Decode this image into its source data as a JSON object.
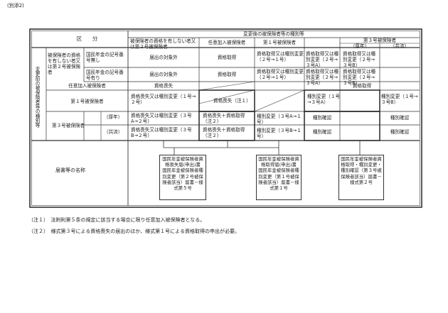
{
  "attachment_label": "(別添2)",
  "header": {
    "kubun": "区　　分",
    "change_title": "変更後の被保険者等の種別等",
    "col_non_insured": "被保険者の資格を有しない者又は第２号被保険者",
    "col_voluntary": "任意加入被保険者",
    "col_type1": "第１号被保険者",
    "col_type3": "第３号被保険者",
    "col_type3_employed": "（厚年）",
    "col_type3_mutual": "（共済）"
  },
  "left": {
    "before_label": "変更前の被保険者等の種別等",
    "row_group_label": "被保険者の資格を有しない者又は第２号被保険者",
    "pension_no": "国民年金の記号番号無し",
    "pension_yes": "国民年金の記号番号有り",
    "voluntary": "任意加入被保険者",
    "type1": "第１号被保険者",
    "type3": "第３号被保険者",
    "type3_employed": "（厚年）",
    "type3_mutual": "（共済）",
    "forms_label": "届書等の名称"
  },
  "cells": {
    "r1_c1": "届出の対象外",
    "r1_c2": "資格取得",
    "r1_c3": "資格取得又は種別変更（２号→１号）",
    "r1_c4": "資格取得又は種別変更（２号→３号A）",
    "r1_c5": "資格取得又は種別変更（２号→３号B）",
    "r2_c1": "届出の対象外",
    "r2_c2": "資格取得",
    "r2_c3": "資格取得又は種別変更（２号→１号）",
    "r2_c4": "資格取得又は種別変更（２号→３号A）",
    "r2_c5": "資格取得又は種別変更（２号→３号B）",
    "r3_c1": "資格喪失",
    "r3_c345": "資格取得",
    "r4_c1": "資格喪失又は種別変更（１号→２号）",
    "r4_c2": "資格喪失（注１）",
    "r4_c4": "種別変更（１号→３号A）",
    "r4_c5": "種別変更（１号→３号B）",
    "r5_c1": "資格喪失又は種別変更（３号A→２号）",
    "r5_c2": "資格喪失＋資格取得（注２）",
    "r5_c3": "種別変更（３号A→１号）",
    "r5_c4": "種別確認",
    "r5_c5": "種別確認",
    "r6_c1": "資格喪失又は種別変更（３号B→２号）",
    "r6_c2": "資格喪失＋資格取得（注２）",
    "r6_c3": "種別変更（３号B→１号）",
    "r6_c4": "種別確認",
    "r6_c5": "種別確認"
  },
  "forms": {
    "form1": "国民年金被保険者資格喪失届(申出)書　国民年金被保険者種別変更（第２号被保険者該当）届書－様式第５号",
    "form2": "国民年金被保険者資格取得届(申出)書　国民年金被保険者種別変更（第１号被保険者該当）届書－様式第１号",
    "form3": "国民年金被保険者資格取得・種別変更・種別確認（第３号被保険者該当）届書－様式第２号"
  },
  "notes": {
    "note1": "（注１）　法附則第５条の規定に該当する場合に限り任意加入被保険者となる。",
    "note2": "（注２）　様式第３号による資格喪失の届出のほか、様式第１号による資格取得の申出が必要。"
  }
}
